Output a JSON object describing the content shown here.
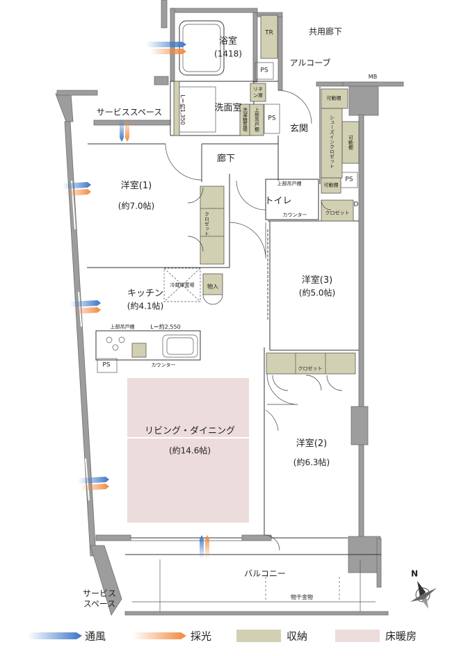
{
  "rooms": {
    "bath": "浴室",
    "bath_size": "(1418)",
    "tr": "TR",
    "common_corridor": "共用廊下",
    "alcove": "アルコーブ",
    "mb": "MB",
    "ps": "PS",
    "washroom": "洗面室",
    "linen": "リネン庫",
    "washer": "洗濯機置場",
    "upper_cabinet": "上部吊戸棚",
    "l_washroom": "L＝約1,350",
    "service_space": "サービススペース",
    "entrance": "玄関",
    "movable_shelf": "可動棚",
    "shoes_closet": "シューズインクロゼット",
    "hallway": "廊下",
    "western1": "洋室(1)",
    "western1_size": "(約7.0帖)",
    "closet": "クロゼット",
    "toilet": "トイレ",
    "toilet_upper": "上部吊戸棚",
    "counter": "カウンター",
    "d": "D",
    "western3": "洋室(3)",
    "western3_size": "(約5.0帖)",
    "fridge": "冷蔵庫置場",
    "storage_in": "物入",
    "kitchen": "キッチン",
    "kitchen_size": "(約4.1帖)",
    "kitchen_upper": "上部吊戸棚",
    "l_kitchen": "L＝約2,550",
    "kitchen_counter": "カウンター",
    "living": "リビング・ダイニング",
    "living_size": "(約14.6帖)",
    "western2": "洋室(2)",
    "western2_size": "(約6.3帖)",
    "balcony": "バルコニー",
    "laundry_pole": "物干金物",
    "service_space_bottom": "サービス\nスペース",
    "north": "N"
  },
  "legend": {
    "ventilation": "通風",
    "daylight": "採光",
    "storage": "収納",
    "floor_heating": "床暖房"
  },
  "colors": {
    "ventilation": "#3a74c7",
    "daylight": "#f0883a",
    "storage": "#d2d0b2",
    "floor_heating": "#eddcdc",
    "wall": "#9d9d9d"
  }
}
